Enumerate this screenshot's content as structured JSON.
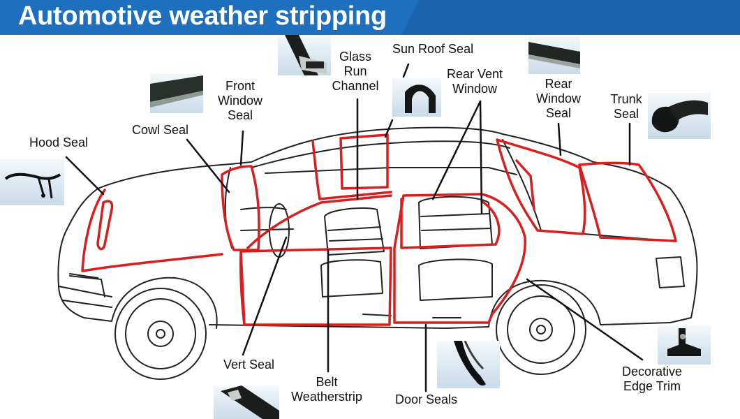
{
  "title": "Automotive weather stripping",
  "colors": {
    "banner": "#1f6fbf",
    "seal_line": "#d81e1e",
    "car_outline": "#222222",
    "leader": "#111111",
    "label_text": "#111111"
  },
  "labels": {
    "hood_seal": "Hood Seal",
    "cowl_seal": "Cowl Seal",
    "front_window_seal": "Front\nWindow\nSeal",
    "glass_run_channel": "Glass\nRun\nChannel",
    "sun_roof_seal": "Sun Roof Seal",
    "rear_vent_window": "Rear Vent\nWindow",
    "rear_window_seal": "Rear\nWindow\nSeal",
    "trunk_seal": "Trunk\nSeal",
    "vert_seal": "Vert Seal",
    "belt_weatherstrip": "Belt\nWeatherstrip",
    "door_seals": "Door Seals",
    "decorative_edge_trim": "Decorative\nEdge Trim"
  },
  "thumbnails": [
    "hood-seal-sample",
    "cowl-seal-sample",
    "glass-run-channel-sample",
    "sun-roof-seal-sample",
    "rear-window-seal-sample",
    "trunk-seal-sample",
    "vert-seal-sample",
    "door-seal-sample",
    "edge-trim-sample"
  ]
}
